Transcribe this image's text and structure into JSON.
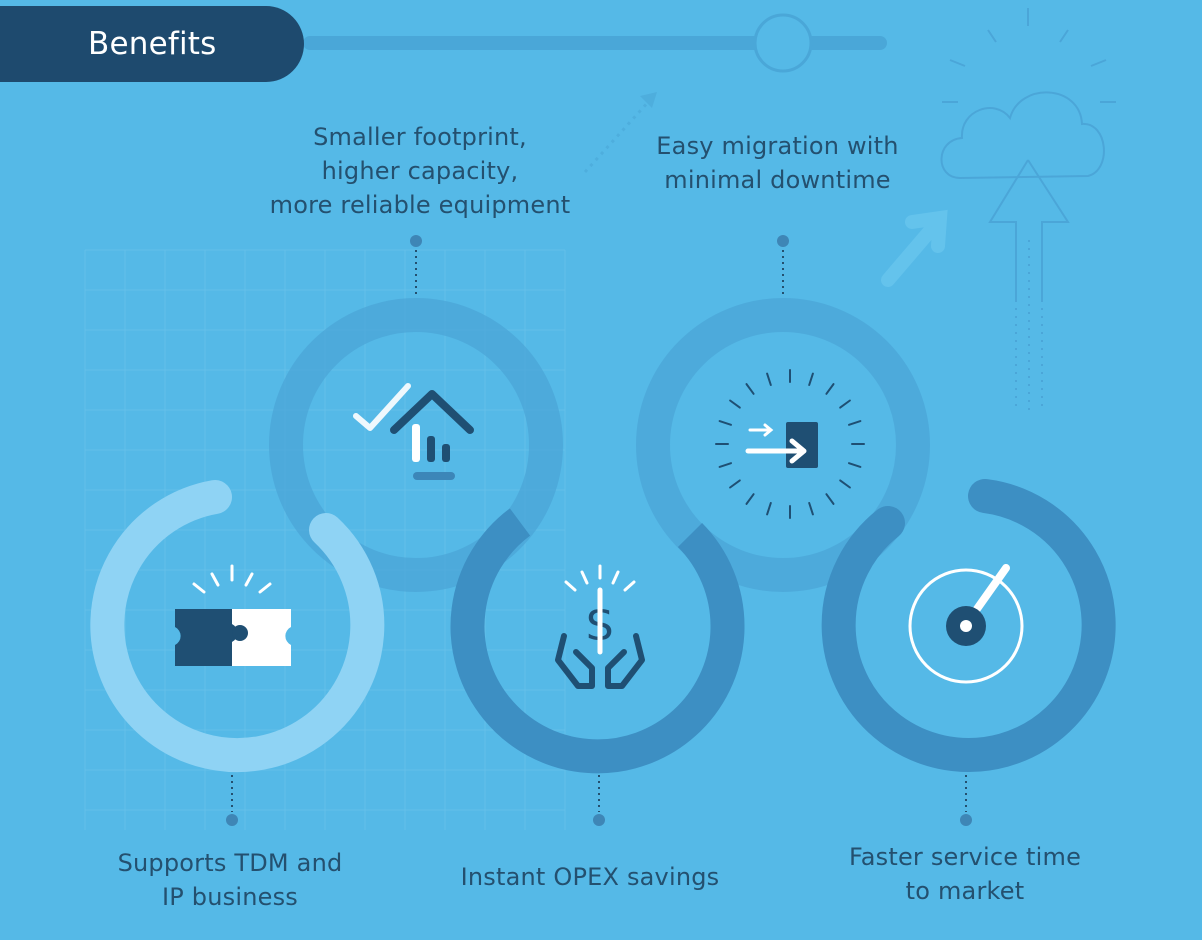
{
  "header": {
    "tab_label": "Benefits"
  },
  "benefits": [
    {
      "lines": [
        "Supports TDM and",
        "IP business"
      ],
      "icon": "puzzle-icon"
    },
    {
      "lines": [
        "Smaller footprint,",
        "higher capacity,",
        "more reliable equipment"
      ],
      "icon": "house-chart-icon"
    },
    {
      "lines": [
        "Instant OPEX savings"
      ],
      "icon": "dollar-hands-icon"
    },
    {
      "lines": [
        "Easy migration with",
        "minimal downtime"
      ],
      "icon": "migration-door-icon"
    },
    {
      "lines": [
        "Faster service time",
        "to market"
      ],
      "icon": "gauge-icon"
    }
  ],
  "colors": {
    "background": "#55b9e7",
    "tab": "#1e4a6e",
    "ring_light": "#8fd3f4",
    "ring_mid": "#4a9fcf",
    "ring_dark": "#3c8fc2",
    "icon_dark": "#1f4f73",
    "text": "#24506f"
  }
}
